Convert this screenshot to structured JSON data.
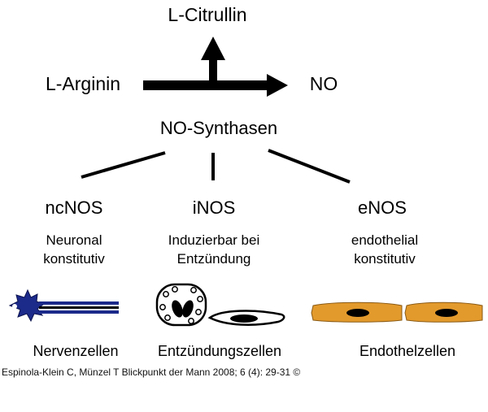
{
  "reaction": {
    "substrate": "L-Arginin",
    "product": "NO",
    "byproduct": "L-Citrullin",
    "enzyme": "NO-Synthasen"
  },
  "isoforms": [
    {
      "name": "ncNOS",
      "desc_line1": "Neuronal",
      "desc_line2": "konstitutiv",
      "cell_label": "Nervenzellen"
    },
    {
      "name": "iNOS",
      "desc_line1": "Induzierbar bei",
      "desc_line2": "Entzündung",
      "cell_label": "Entzündungszellen"
    },
    {
      "name": "eNOS",
      "desc_line1": "endothelial",
      "desc_line2": "konstitutiv",
      "cell_label": "Endothelzellen"
    }
  ],
  "credit": "Espinola-Klein C, Münzel T Blickpunkt der Mann 2008; 6 (4): 29-31 ©",
  "colors": {
    "neuron_body": "#1c2a8a",
    "endothelial_cell": "#e39a2c",
    "nucleus": "#000000"
  }
}
